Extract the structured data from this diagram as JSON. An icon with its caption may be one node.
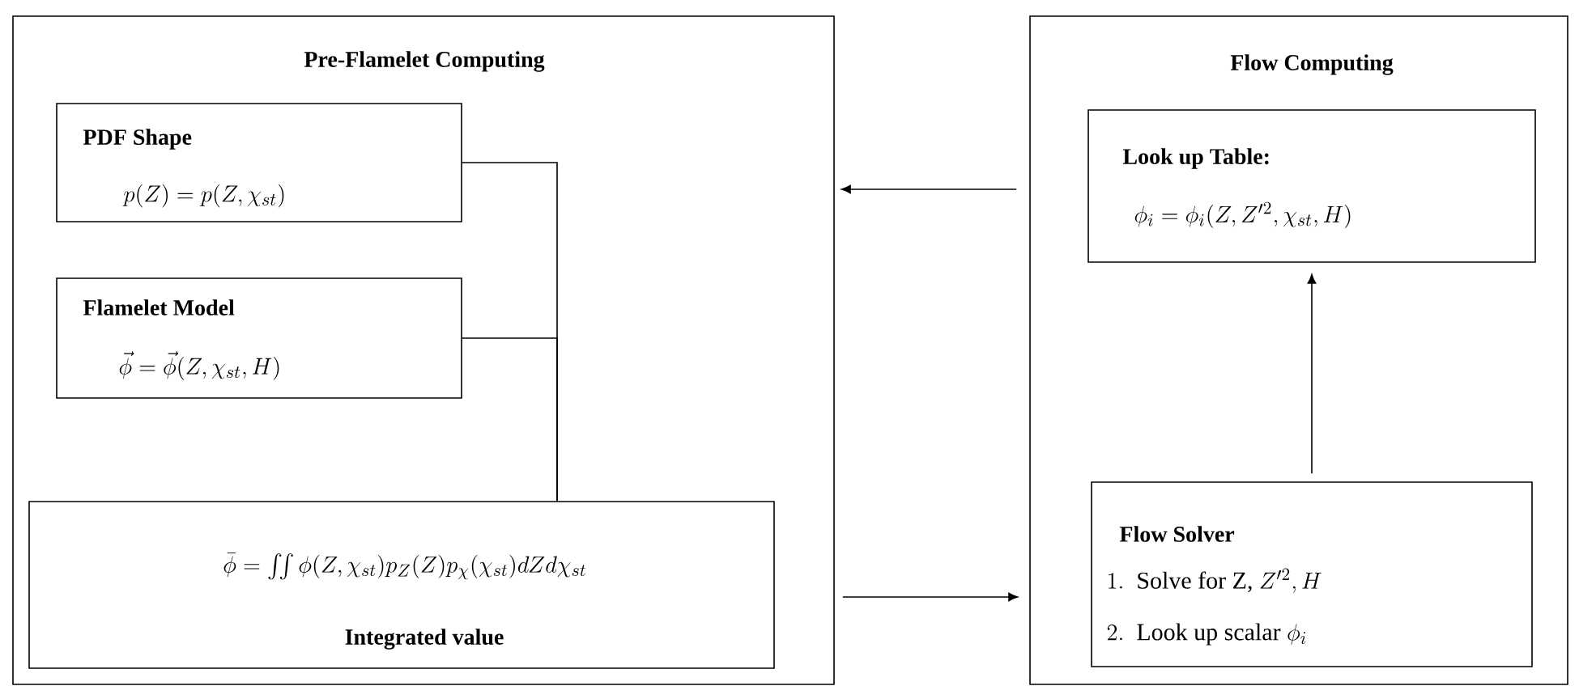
{
  "diagram": {
    "nodes": [
      {
        "text": [
          "Pre-Flamelet Computing"
        ]
      },
      {
        "text": [
          "PDF Shape",
          "p(Z) = p(Z, \\chi_{st})"
        ],
        "in": 0
      },
      {
        "text": [
          "Flamelet Model",
          "\\vec{\\phi} = \\vec{\\phi}(Z, \\chi_{st}, H)"
        ],
        "in": 0
      },
      {
        "text": [
          "\\bar{\\phi} = \\iint \\phi(Z, \\chi_{st}) p_Z(Z) p_\\chi(\\chi_{st}) dZ d\\chi_{st}",
          "Integrated value"
        ],
        "in": 0
      },
      {
        "text": [
          "Flow Computing"
        ]
      },
      {
        "text": [
          "Look up Table:",
          "\\phi_i = \\phi_i(Z, Z'^{2}, \\chi_{st}, H)"
        ],
        "in": 4
      },
      {
        "text": [
          "Flow Solver",
          "1.\\ \\ \\text{Solve for Z, } Z'^{2}, H",
          "2.\\ \\ \\text{Look up scalar } \\phi_i"
        ],
        "in": 4
      }
    ],
    "edges": [
      {
        "from": 1,
        "to": 3,
        "arrow": "none"
      },
      {
        "from": 2,
        "to": 3,
        "arrow": "none"
      },
      {
        "from": 4,
        "to": 0,
        "arrow": "to"
      },
      {
        "from": 0,
        "to": 4,
        "arrow": "to"
      },
      {
        "from": 6,
        "to": 5,
        "arrow": "to"
      }
    ]
  }
}
